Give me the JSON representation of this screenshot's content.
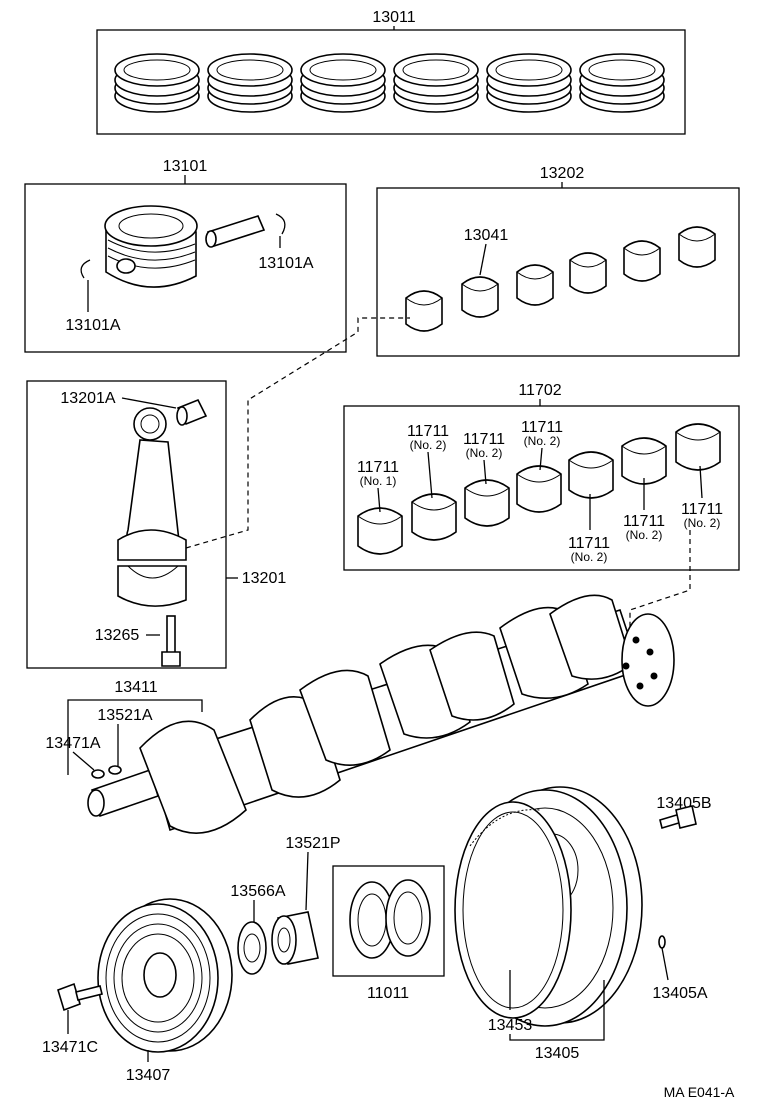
{
  "labels": {
    "l13011": "13011",
    "l13101": "13101",
    "l13101A_right": "13101A",
    "l13101A_left": "13101A",
    "l13202": "13202",
    "l13041": "13041",
    "l13201A": "13201A",
    "l13201": "13201",
    "l13265": "13265",
    "l11702": "11702",
    "b1_num": "11711",
    "b1_sub": "(No. 1)",
    "b2_num": "11711",
    "b2_sub": "(No. 2)",
    "b3_num": "11711",
    "b3_sub": "(No. 2)",
    "b4_num": "11711",
    "b4_sub": "(No. 2)",
    "b5_num": "11711",
    "b5_sub": "(No. 2)",
    "b6_num": "11711",
    "b6_sub": "(No. 2)",
    "b7_num": "11711",
    "b7_sub": "(No. 2)",
    "l13411": "13411",
    "l13521A": "13521A",
    "l13471A": "13471A",
    "l13405B": "13405B",
    "l13521P": "13521P",
    "l13566A": "13566A",
    "l11011": "11011",
    "l13405A": "13405A",
    "l13453": "13453",
    "l13405": "13405",
    "l13471C": "13471C",
    "l13407": "13407",
    "code": "MA  E041-A"
  }
}
